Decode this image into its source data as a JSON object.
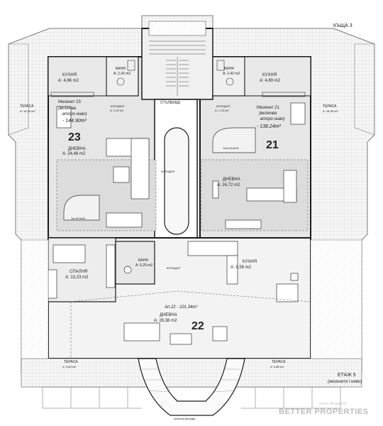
{
  "header": {
    "house": "КЪЩА 3"
  },
  "footer": {
    "floor": "ЕТАЖ 5",
    "floor_sub": "(мезонети I ниво)"
  },
  "stair_label": "СТЪЛБИЩЕ",
  "corridor_vertical": "КОРИДОР",
  "corridor_lower": "КОРИДОР",
  "unit23": {
    "number": "23",
    "title": "Мезонет 23",
    "includes": "(включва",
    "includes2": "второ ниво)",
    "area": "- 144.90m²",
    "kitchen": {
      "name": "КУХНЯ",
      "area": "A: 4,86 m2"
    },
    "bath": {
      "name": "БАНЯ",
      "area": "A: 2,42 m2"
    },
    "corridor": {
      "name": "КОРИДОР",
      "area": "A: 1,93 m2"
    },
    "living": {
      "name": "ДНЕВНА",
      "area": "A: 24,46 m2"
    },
    "terrace": {
      "name": "ТЕРАСА",
      "area": "A: 18,35 m2"
    },
    "stair": "1м:18.8х26"
  },
  "unit21": {
    "number": "21",
    "title": "Мезонет 21",
    "includes": "(включва",
    "includes2": "второ ниво)",
    "area": "- 138.24m²",
    "kitchen": {
      "name": "КУХНЯ",
      "area": "A: 4,89 m2"
    },
    "bath": {
      "name": "БАНЯ",
      "area": "A: 2,42 m2"
    },
    "corridor": {
      "name": "КОРИДОР",
      "area": "A: 1,78 m2"
    },
    "living": {
      "name": "ДНЕВНА",
      "area": "A: 24,72 m2"
    },
    "terrace": {
      "name": "ТЕРАСА",
      "area": "A: 18,35 m2"
    },
    "stair": "14м:18.8х26"
  },
  "unit22": {
    "number": "22",
    "title": "Ап.22 - 101.34m²",
    "bedroom": {
      "name": "СПАЛНЯ",
      "area": "A: 13,23 m2"
    },
    "bath": {
      "name": "БАНЯ",
      "area": "A: 5,29 m2"
    },
    "kitchen": {
      "name": "КУХНЯ",
      "area": "A: 9,58 m2"
    },
    "living": {
      "name": "ДНЕВНА",
      "area": "A: 28,38 m2"
    },
    "terrace_left": {
      "name": "ТЕРАСА",
      "area": "A: 9,88 m2"
    },
    "terrace_right": {
      "name": "ТЕРАСА",
      "area": "A: 9,88 m2"
    }
  },
  "watermark": {
    "top": "Imoti Bulgaria",
    "main": "BETTER PROPERTIES"
  },
  "glass_label": "окачена фасада",
  "colors": {
    "room_fill": "#e4e4e4",
    "terrace_fill": "#f4f4f4",
    "wall": "#1a1a1a",
    "grid": "#c8c8c8"
  }
}
